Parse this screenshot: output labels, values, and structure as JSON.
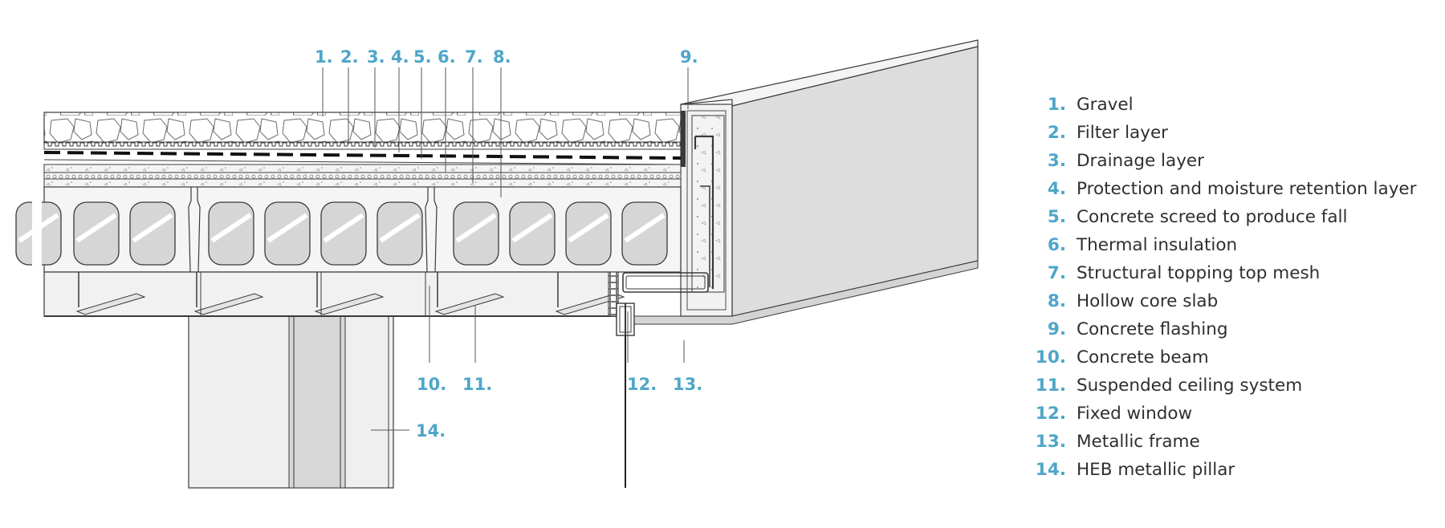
{
  "callouts": [
    {
      "id": "1",
      "text": "1."
    },
    {
      "id": "2",
      "text": "2."
    },
    {
      "id": "3",
      "text": "3."
    },
    {
      "id": "4",
      "text": "4."
    },
    {
      "id": "5",
      "text": "5."
    },
    {
      "id": "6",
      "text": "6."
    },
    {
      "id": "7",
      "text": "7."
    },
    {
      "id": "8",
      "text": "8."
    },
    {
      "id": "9",
      "text": "9."
    },
    {
      "id": "10",
      "text": "10."
    },
    {
      "id": "11",
      "text": "11."
    },
    {
      "id": "12",
      "text": "12."
    },
    {
      "id": "13",
      "text": "13."
    },
    {
      "id": "14",
      "text": "14."
    }
  ],
  "legend": [
    {
      "num": "1.",
      "label": "Gravel"
    },
    {
      "num": "2.",
      "label": "Filter layer"
    },
    {
      "num": "3.",
      "label": "Drainage layer"
    },
    {
      "num": "4.",
      "label": "Protection and moisture retention layer"
    },
    {
      "num": "5.",
      "label": "Concrete screed to produce fall"
    },
    {
      "num": "6.",
      "label": "Thermal insulation"
    },
    {
      "num": "7.",
      "label": "Structural topping top mesh"
    },
    {
      "num": "8.",
      "label": "Hollow core slab"
    },
    {
      "num": "9.",
      "label": "Concrete flashing"
    },
    {
      "num": "10.",
      "label": "Concrete beam"
    },
    {
      "num": "11.",
      "label": "Suspended ceiling system"
    },
    {
      "num": "12.",
      "label": "Fixed window"
    },
    {
      "num": "13.",
      "label": "Metallic frame"
    },
    {
      "num": "14.",
      "label": "HEB metallic pillar"
    }
  ],
  "colors": {
    "accent": "#4ea6c8",
    "text": "#2f2f2f",
    "line": "#3a3a3a",
    "fill_light": "#efefef",
    "fill_mid": "#dcdcdc",
    "fill_dark": "#cfcfcf"
  }
}
